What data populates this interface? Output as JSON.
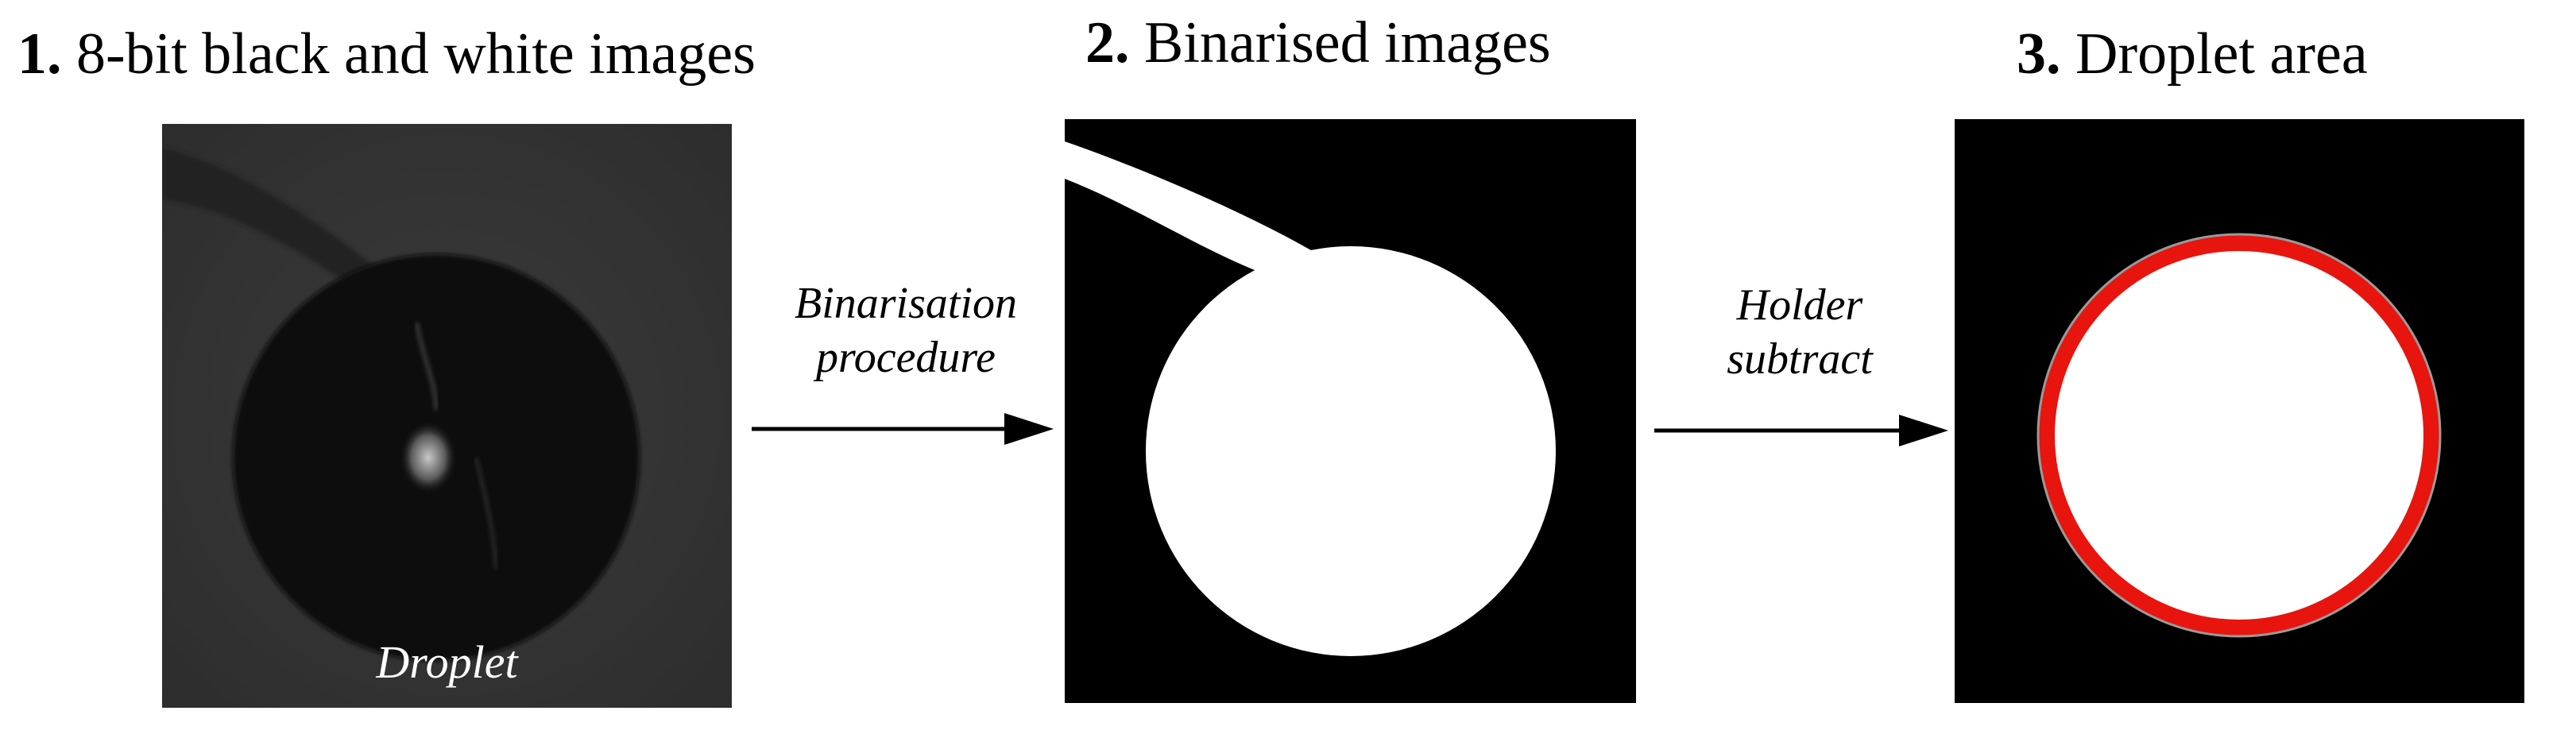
{
  "panels": [
    {
      "number": "1.",
      "title": "8-bit black and white images",
      "label": "Droplet"
    },
    {
      "number": "2.",
      "title": "Binarised images"
    },
    {
      "number": "3.",
      "title": "Droplet area"
    }
  ],
  "steps": [
    {
      "line1": "Binarisation",
      "line2": "procedure"
    },
    {
      "line1": "Holder",
      "line2": "subtract"
    }
  ],
  "colors": {
    "background": "#ffffff",
    "text": "#000000",
    "outline": "#e8140e",
    "grey_image": "#353535"
  }
}
